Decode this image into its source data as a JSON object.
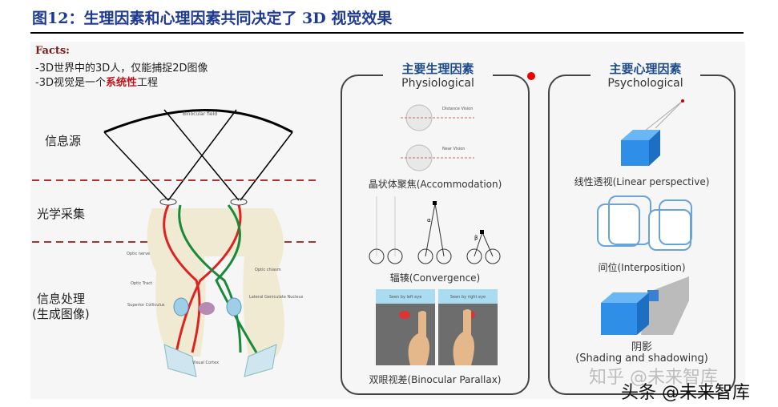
{
  "title": "图12：生理因素和心理因素共同决定了 3D 视觉效果",
  "facts": {
    "heading": "Facts:",
    "line1": "-3D世界中的3D人，仅能捕捉2D图像",
    "line2_pre": "-3D视觉是一个",
    "line2_em": "系统性",
    "line2_post": "工程"
  },
  "left": {
    "stage1": "信息源",
    "stage2": "光学采集",
    "stage3": "信息处理",
    "stage3b": "(生成图像)",
    "labels": {
      "binocular": "Binocular field",
      "optic_nerve": "Optic nerve",
      "optic_chiasm": "Optic chiasm",
      "optic_tract": "Optic Tract",
      "lgn": "Lateral Geniculate Nucleus",
      "sc": "Superior Colliculus",
      "vc": "Visual Cortex"
    }
  },
  "physio": {
    "title": "主要生理因素",
    "subtitle": "Physiological",
    "distance": "Distance Vision",
    "near": "Near Vision",
    "accommodation": "晶状体聚焦(Accommodation)",
    "alpha": "α",
    "beta": "β",
    "convergence": "辐辏(Convergence)",
    "left_eye": "Seen by left eye",
    "right_eye": "Seen by right eye",
    "parallax": "双眼视差(Binocular Parallax)"
  },
  "psych": {
    "title": "主要心理因素",
    "subtitle": "Psychological",
    "linear": "线性透视(Linear perspective)",
    "interposition": "间位(Interposition)",
    "shading1": "阴影",
    "shading2": "(Shading and shadowing)"
  },
  "watermark": {
    "zhihu": "知乎 @未来智库",
    "toutiao": "头条 @未来智库"
  },
  "colors": {
    "title": "#1f3a93",
    "emphasis": "#c0141b",
    "cube": "#2f8fe8",
    "red_path": "#d22",
    "green_path": "#1a8a3a"
  }
}
